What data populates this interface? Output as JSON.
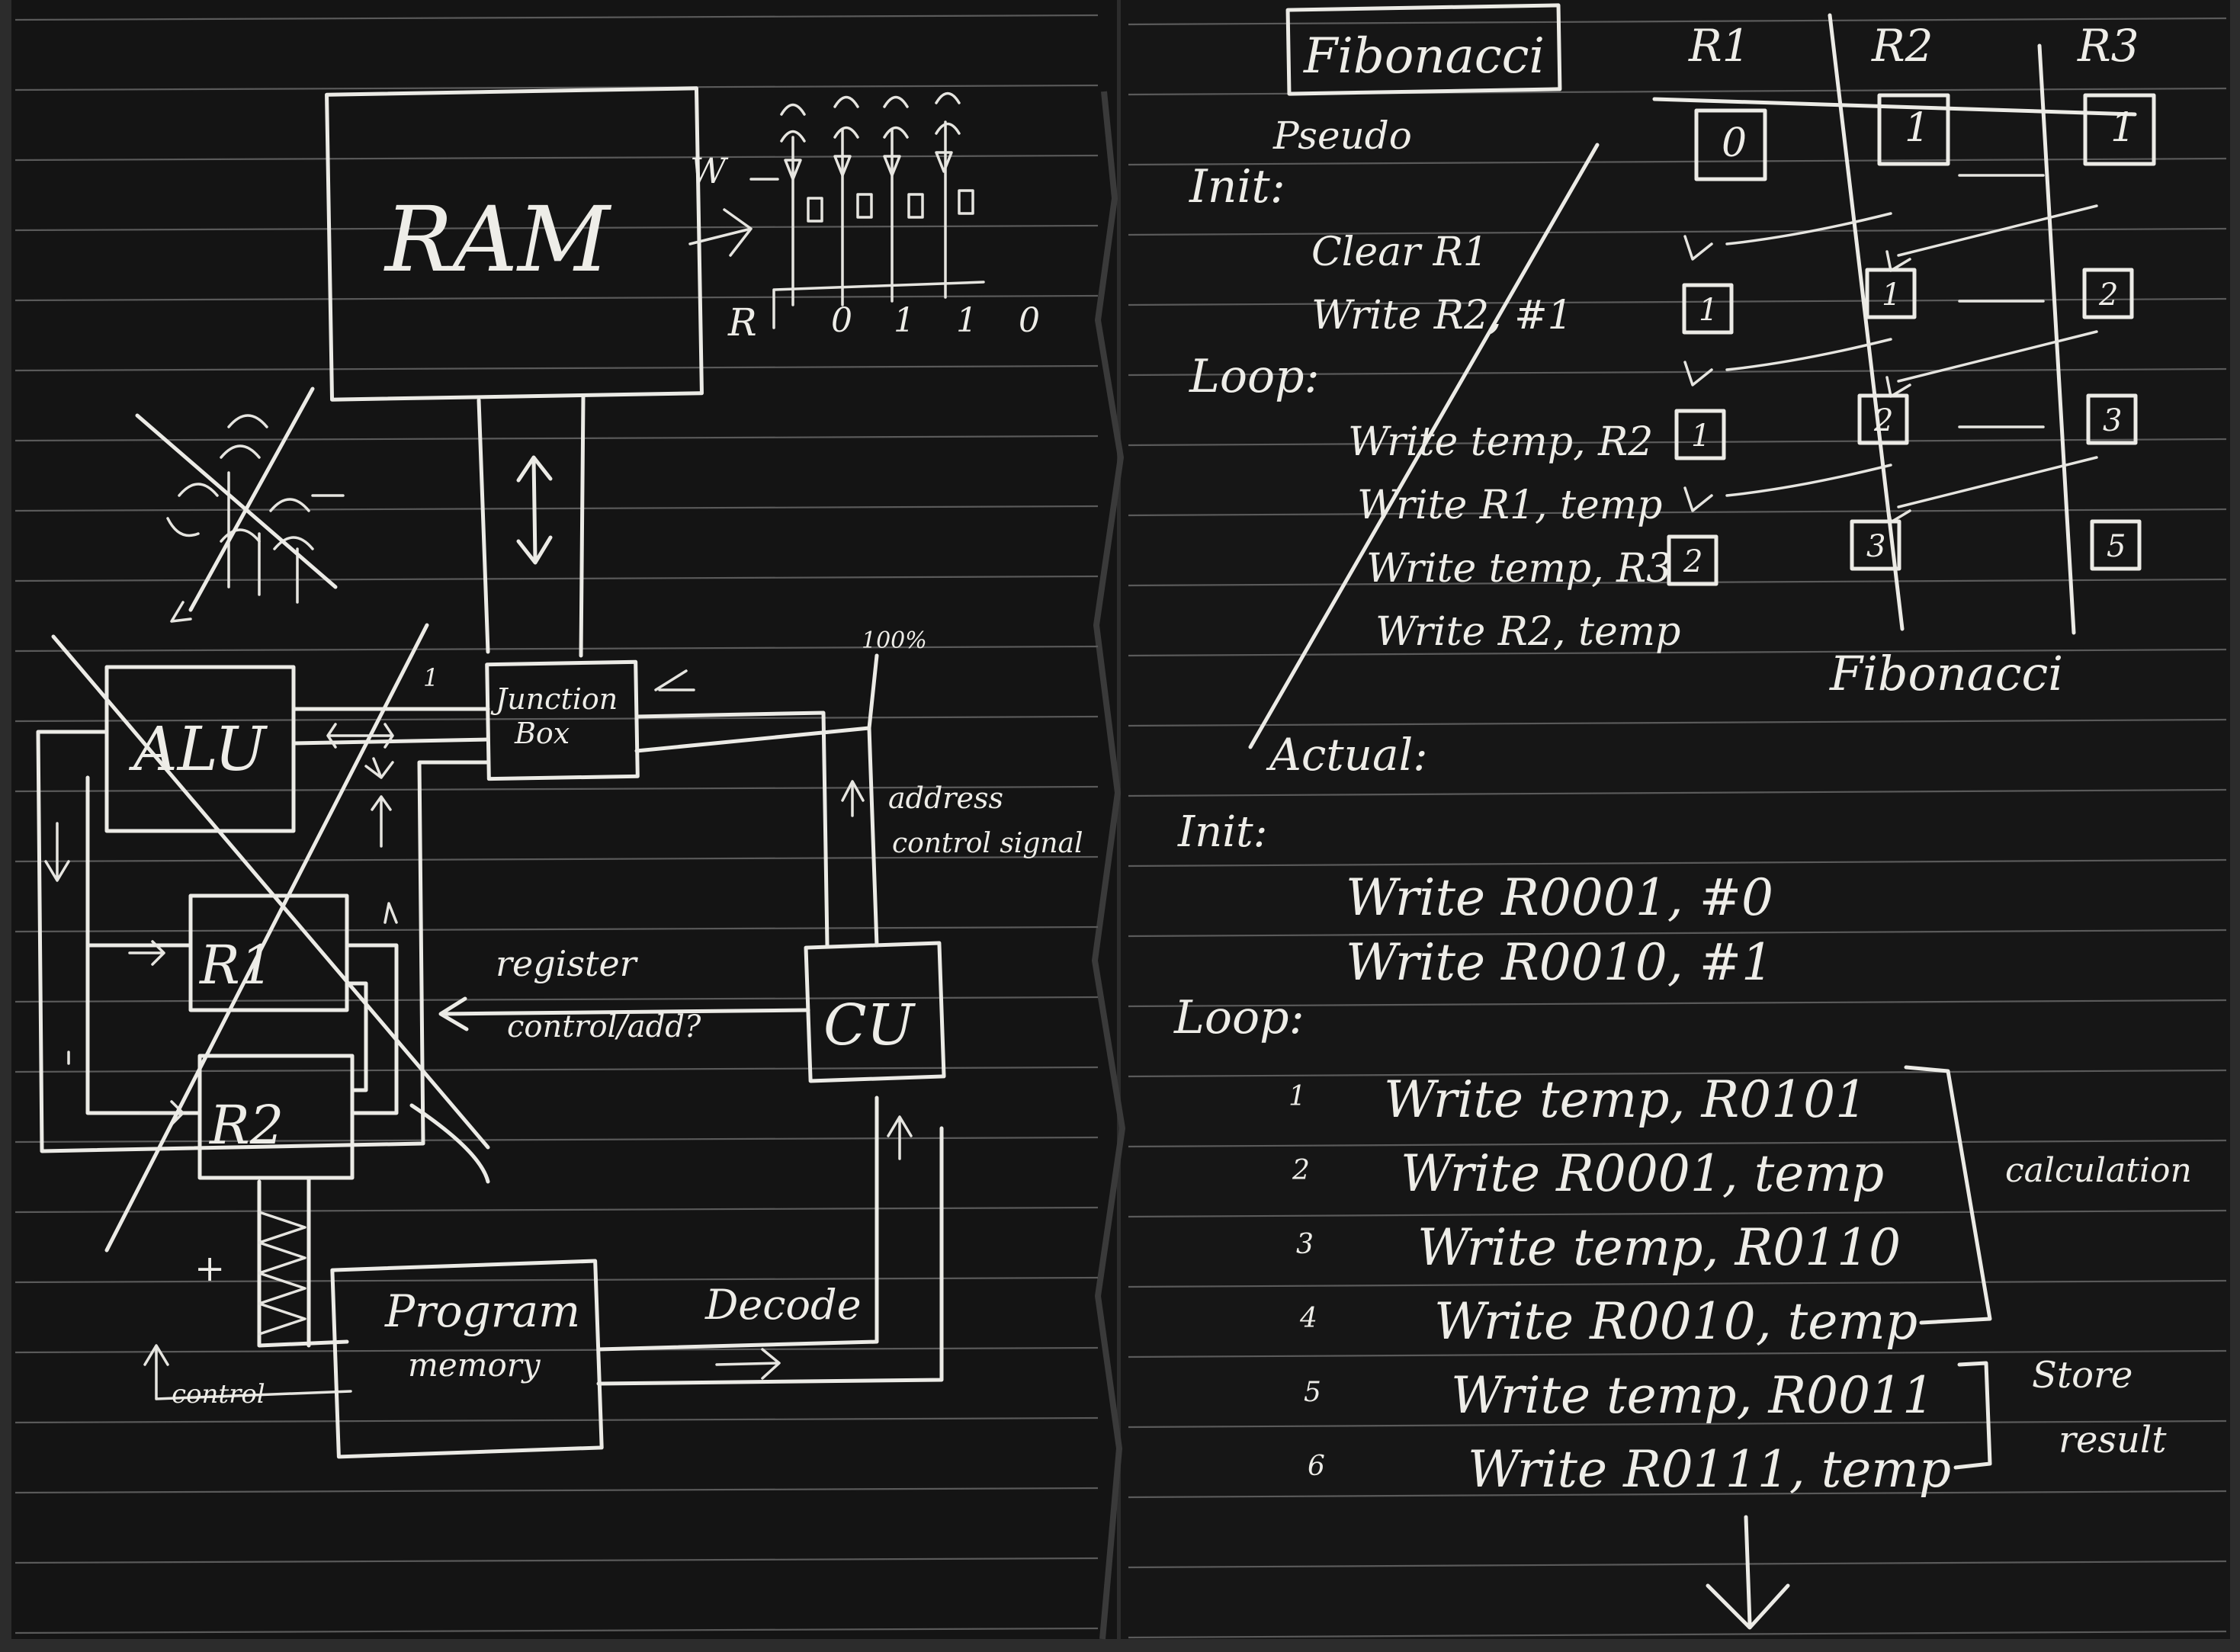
{
  "left": {
    "ram": "RAM",
    "ram_w": "W",
    "ram_r": "R",
    "ram_bits": "0 1 1 0",
    "alu": "ALU",
    "r1": "R1",
    "r2": "R2",
    "junction": [
      "Junction",
      "Box"
    ],
    "one": "1",
    "cu": "CU",
    "address": [
      "address",
      "control signal"
    ],
    "pct": "100%",
    "register": [
      "register",
      "control/add?"
    ],
    "plus": "+",
    "control": "control",
    "program": [
      "Program",
      "memory"
    ],
    "decode": "Decode"
  },
  "right": {
    "title": "Fibonacci",
    "pseudo": "Pseudo",
    "pseudo_lines": [
      {
        "text": "Init:",
        "indent": 0
      },
      {
        "text": "Clear R1",
        "indent": 1
      },
      {
        "text": "Write R2, #1",
        "indent": 1
      },
      {
        "text": "Loop:",
        "indent": 0
      },
      {
        "text": "Write temp, R2",
        "indent": 1
      },
      {
        "text": "Write R1, temp",
        "indent": 1
      },
      {
        "text": "Write temp, R3",
        "indent": 1
      },
      {
        "text": "Write R2, temp",
        "indent": 1
      }
    ],
    "table_headers": [
      "R1",
      "R2",
      "R3"
    ],
    "table_rows": [
      [
        "0",
        "1",
        "1"
      ],
      [
        "1",
        "1",
        "2"
      ],
      [
        "1",
        "2",
        "3"
      ],
      [
        "2",
        "3",
        "5"
      ]
    ],
    "table_caption": "Fibonacci",
    "actual": "Actual:",
    "init": "Init:",
    "init_lines": [
      "Write R0001, #0",
      "Write R0010, #1"
    ],
    "loop": "Loop:",
    "loop_lines": [
      {
        "n": "1",
        "text": "Write temp, R0101"
      },
      {
        "n": "2",
        "text": "Write R0001, temp"
      },
      {
        "n": "3",
        "text": "Write temp, R0110"
      },
      {
        "n": "4",
        "text": "Write R0010, temp"
      },
      {
        "n": "5",
        "text": "Write temp, R0011"
      },
      {
        "n": "6",
        "text": "Write R0111, temp"
      }
    ],
    "calc": "calculation",
    "store": [
      "Store",
      "result"
    ]
  },
  "colors": {
    "paper": "#151515",
    "chalk": "#ecebe6",
    "rules": "#5a5a5a"
  }
}
